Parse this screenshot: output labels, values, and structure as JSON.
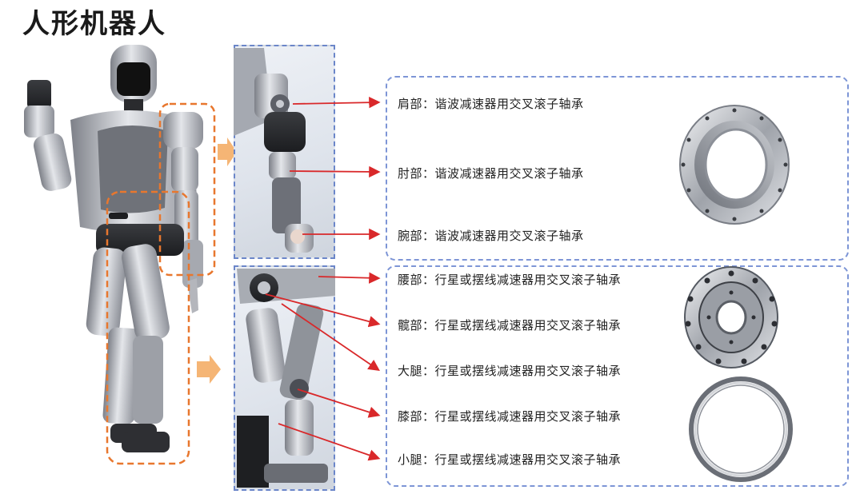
{
  "title": "人形机器人",
  "upper_group": [
    {
      "label": "肩部：谐波减速器用交叉滚子轴承"
    },
    {
      "label": "肘部：谐波减速器用交叉滚子轴承"
    },
    {
      "label": "腕部：谐波减速器用交叉滚子轴承"
    }
  ],
  "lower_group": [
    {
      "label": "腰部：行星或摆线减速器用交叉滚子轴承"
    },
    {
      "label": "髋部：行星或摆线减速器用交叉滚子轴承"
    },
    {
      "label": "大腿：行星或摆线减速器用交叉滚子轴承"
    },
    {
      "label": "膝部：行星或摆线减速器用交叉滚子轴承"
    },
    {
      "label": "小腿：行星或摆线减速器用交叉滚子轴承"
    }
  ],
  "colors": {
    "leader": "#d9282a",
    "highlight_outline": "#e8772e",
    "panel_border": "#6b86c9",
    "arrow": "#f5b575"
  }
}
